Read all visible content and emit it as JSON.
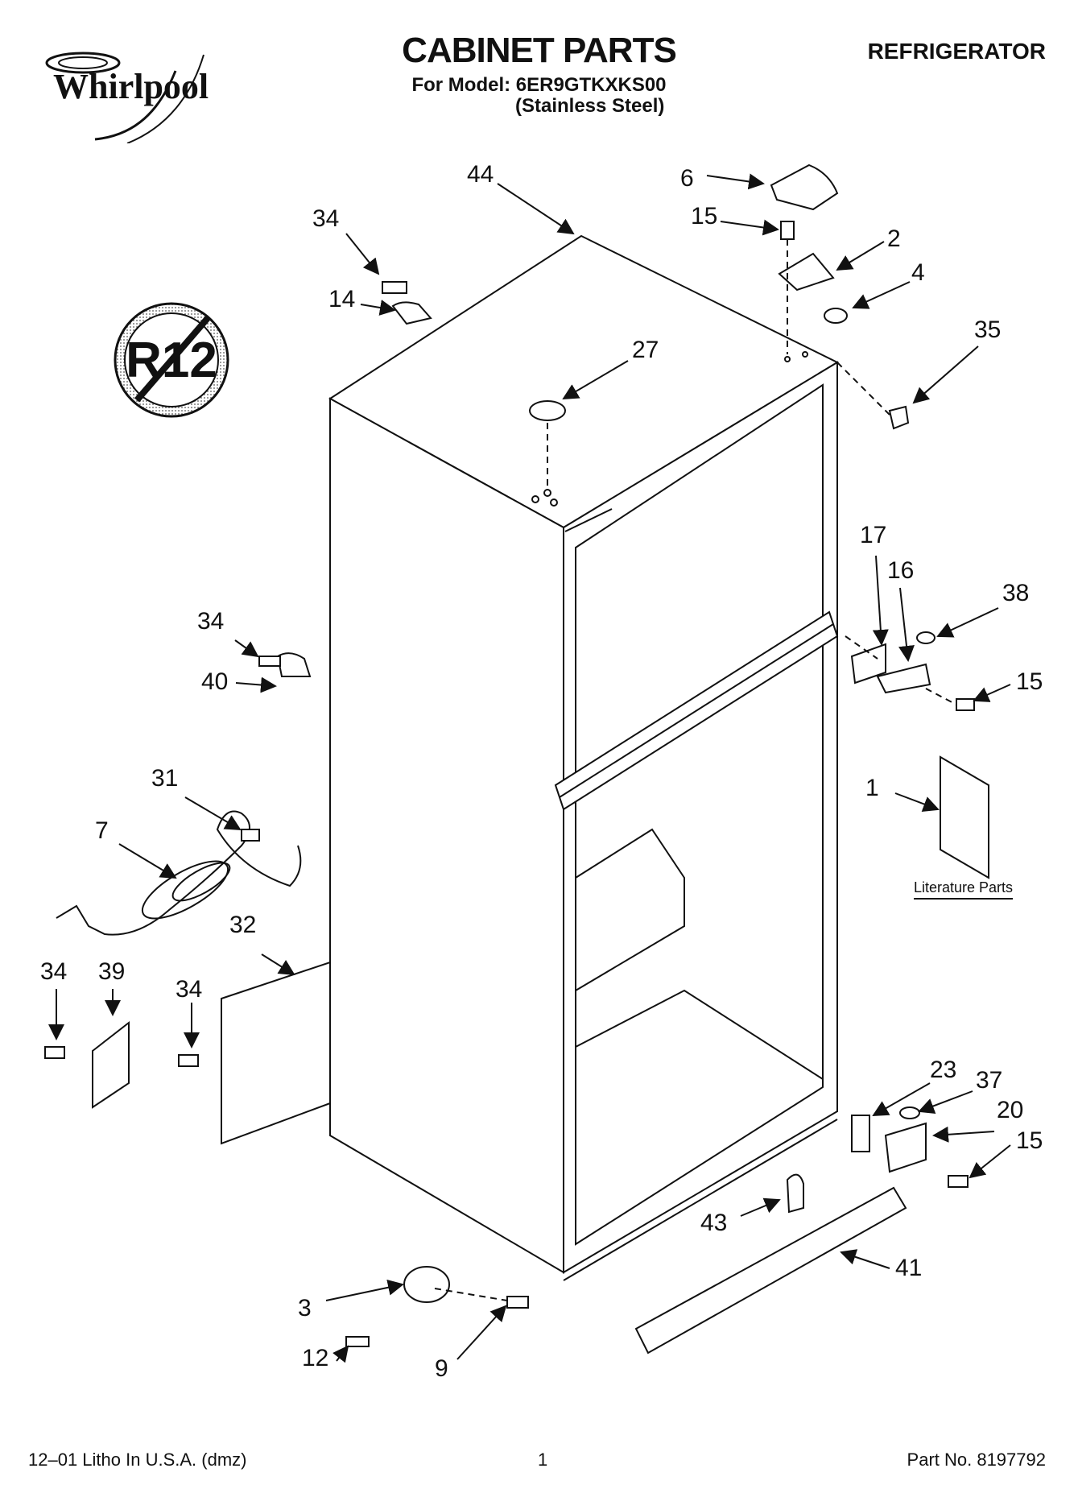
{
  "header": {
    "brand": "Whirlpool",
    "title": "CABINET PARTS",
    "model_line": "For Model: 6ER9GTKXKS00",
    "finish": "(Stainless Steel)",
    "appliance": "REFRIGERATOR"
  },
  "badge": {
    "text": "R12"
  },
  "literature": {
    "label": "Literature Parts"
  },
  "callouts": [
    "44",
    "6",
    "15",
    "2",
    "4",
    "34",
    "14",
    "35",
    "27",
    "17",
    "16",
    "38",
    "15",
    "34",
    "40",
    "1",
    "31",
    "7",
    "32",
    "34",
    "39",
    "34",
    "23",
    "37",
    "20",
    "15",
    "43",
    "41",
    "3",
    "12",
    "9"
  ],
  "footer": {
    "litho": "12–01 Litho In U.S.A. (dmz)",
    "page": "1",
    "part_no": "Part No. 8197792"
  },
  "colors": {
    "ink": "#111111",
    "background": "#ffffff"
  }
}
